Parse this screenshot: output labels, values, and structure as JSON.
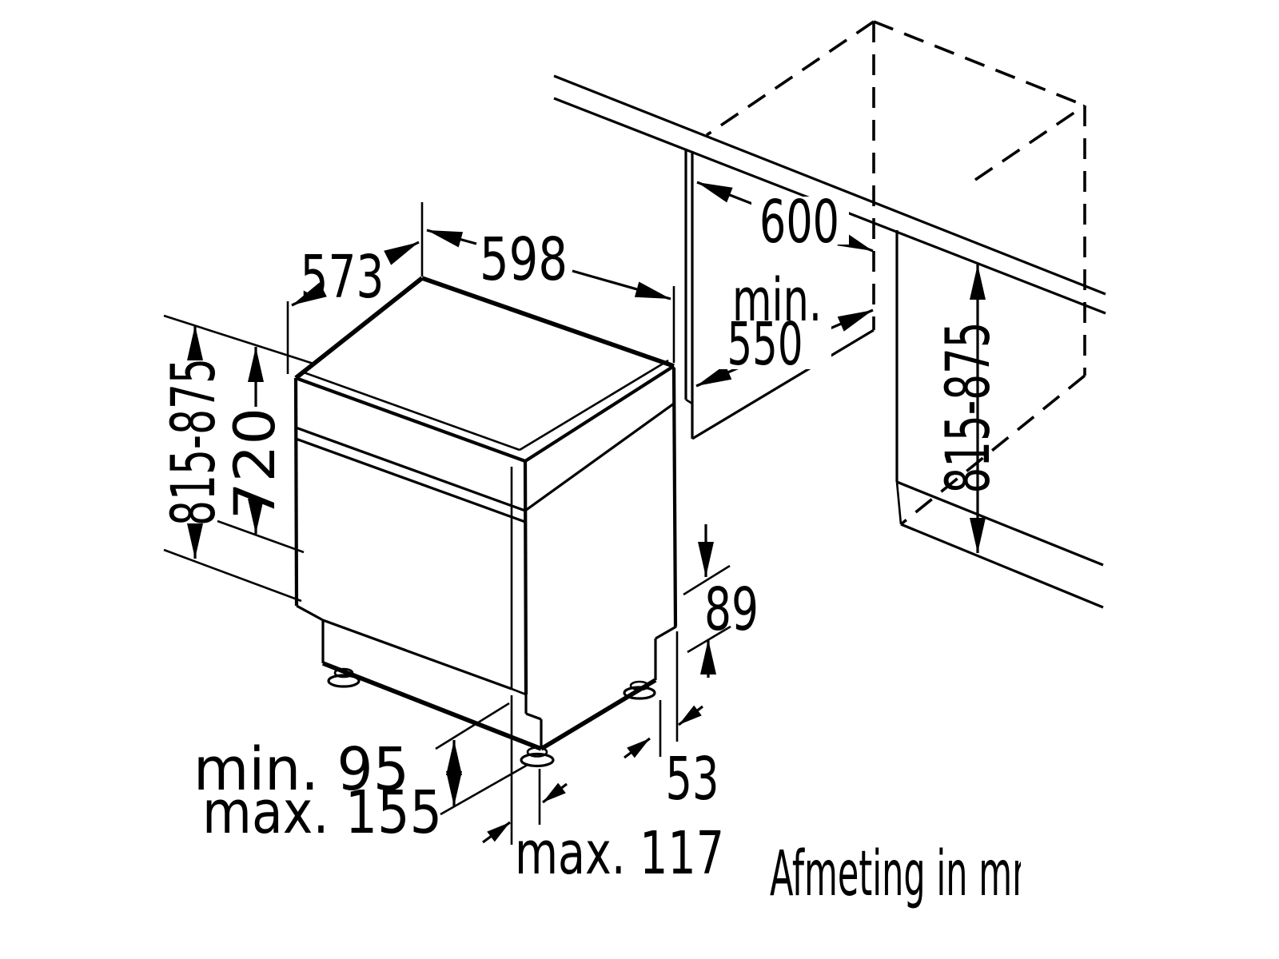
{
  "caption": "Afmeting in mm",
  "dishwasher": {
    "depth_top": "573",
    "width_top": "598",
    "height_range": "815-875",
    "door_height": "720",
    "plinth_min": "min. 95",
    "plinth_max": "max. 155",
    "foot_front_offset_max": "max. 117",
    "rear_foot_offset": "53",
    "rear_clearance": "89"
  },
  "niche": {
    "width": "600",
    "depth_min_label": "min.",
    "depth_min_value": "550",
    "height_range": "815-875"
  }
}
